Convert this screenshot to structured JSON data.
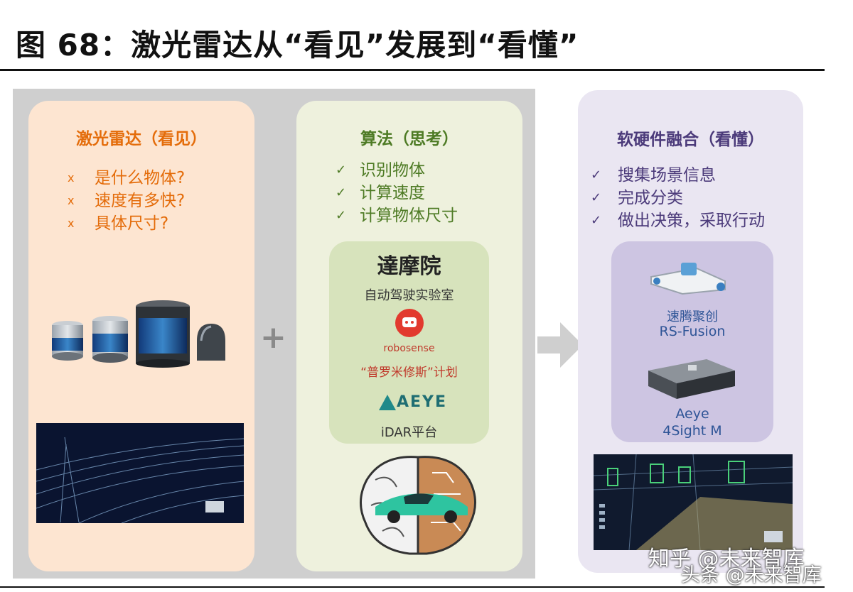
{
  "title": "图 68：激光雷达从“看见”发展到“看懂”",
  "panels": {
    "lidar": {
      "title": "激光雷达（看见）",
      "items": [
        "是什么物体?",
        "速度有多快?",
        "具体尺寸?"
      ],
      "mark": "x"
    },
    "algorithm": {
      "title": "算法（思考）",
      "items": [
        "识别物体",
        "计算速度",
        "计算物体尺寸"
      ],
      "mark": "✓",
      "partners": {
        "damo_logo": "達摩院",
        "damo_sub": "自动驾驶实验室",
        "robosense": "robosense",
        "prometheus": "“普罗米修斯”计划",
        "aeye_logo": "AEYE",
        "idar": "iDAR平台"
      }
    },
    "fusion": {
      "title": "软硬件融合（看懂）",
      "items": [
        "搜集场景信息",
        "完成分类",
        "做出决策，采取行动"
      ],
      "mark": "✓",
      "products": {
        "p1_name": "速腾聚创",
        "p1_model": "RS-Fusion",
        "p2_name": "Aeye",
        "p2_model": "4Sight M"
      }
    }
  },
  "plus": "+",
  "watermark": {
    "line1": "知乎 @未来智库",
    "line2": "头条 @未来智库"
  },
  "colors": {
    "orange": "#e46c0a",
    "green": "#4e7b25",
    "purple": "#4b3a7a"
  }
}
